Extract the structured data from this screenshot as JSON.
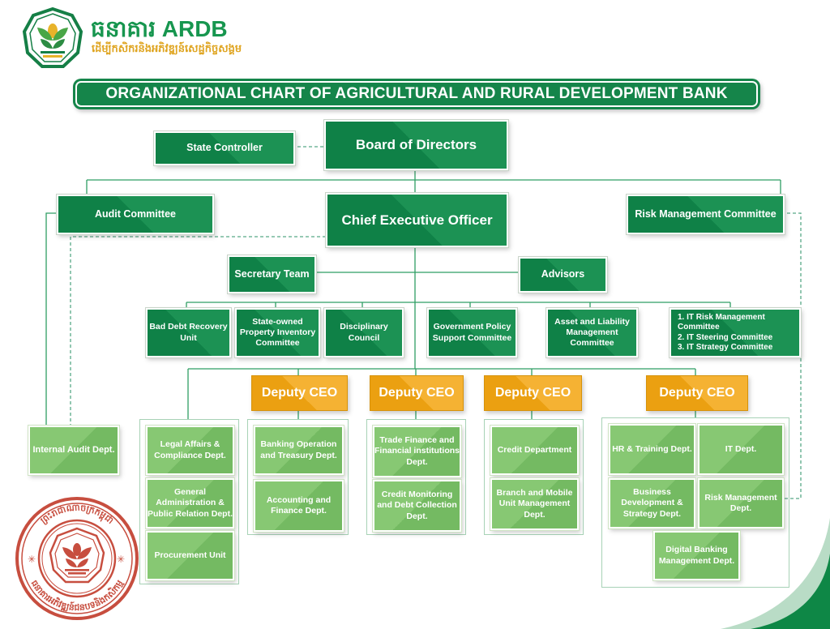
{
  "header": {
    "brand_khmer": "ធនាគារ ARDB",
    "brand_tagline": "ដើម្បីកសិករនិងអភិវឌ្ឍន៍សេដ្ឋកិច្ចសង្គម",
    "title": "ORGANIZATIONAL CHART OF AGRICULTURAL AND RURAL DEVELOPMENT BANK"
  },
  "org": {
    "state_controller": "State Controller",
    "board": "Board of Directors",
    "audit_committee": "Audit Committee",
    "ceo": "Chief Executive Officer",
    "risk_committee": "Risk Management Committee",
    "secretary": "Secretary Team",
    "advisors": "Advisors",
    "bad_debt": "Bad Debt Recovery Unit",
    "state_property": "State-owned Property Inventory Committee",
    "disciplinary": "Disciplinary Council",
    "gov_policy": "Government Policy Support Committee",
    "asset_liability": "Asset and Liability Management Committee",
    "it_committees": [
      "1.  IT Risk Management Committee",
      "2. IT Steering Committee",
      "3. IT Strategy Committee"
    ],
    "deputy_ceo": "Deputy CEO",
    "internal_audit": "Internal Audit Dept.",
    "legal": "Legal Affairs & Compliance Dept.",
    "gen_admin": "General Administration & Public Relation Dept.",
    "procurement": "Procurement Unit",
    "banking_ops": "Banking Operation and Treasury Dept.",
    "accounting": "Accounting and Finance Dept.",
    "trade_finance": "Trade Finance and Financial institutions Dept.",
    "credit_monitoring": "Credit Monitoring and Debt Collection Dept.",
    "credit_dept": "Credit Department",
    "branch_mobile": "Branch and Mobile Unit Management Dept.",
    "hr_training": "HR & Training Dept.",
    "it_dept": "IT Dept.",
    "biz_dev": "Business Development & Strategy Dept.",
    "risk_dept": "Risk Management Dept.",
    "digital_banking": "Digital Banking Management Dept."
  },
  "stamp": {
    "top_text": "ព្រះរាជាណាចក្រកម្ពុជា",
    "bottom_text": "ធនាគារអភិវឌ្ឍន៍ជនបទនិងកសិកម្ម"
  },
  "colors": {
    "dark_green": "#15854a",
    "light_green": "#7cbe6a",
    "orange": "#f2a71e",
    "line_green": "#2f9e63",
    "stamp_red": "#c23b2b",
    "gold": "#dfa41f"
  }
}
